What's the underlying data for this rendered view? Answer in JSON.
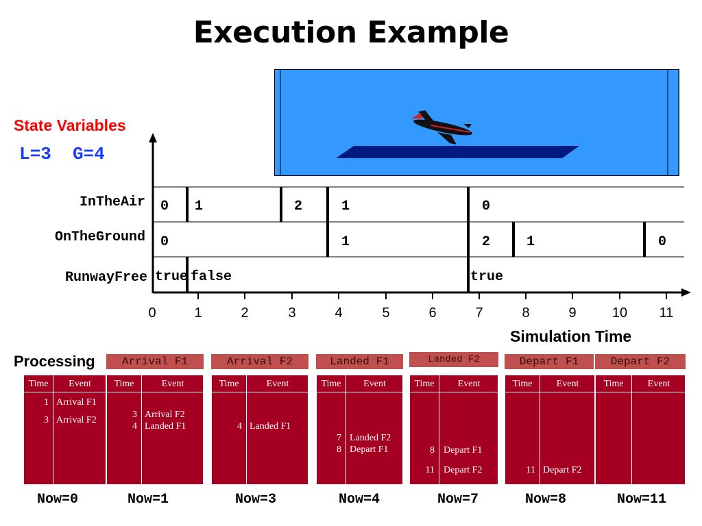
{
  "title": "Execution Example",
  "state_variables": {
    "label": "State Variables",
    "values": "L=3  G=4"
  },
  "rows": {
    "intheair": {
      "label": "InTheAir",
      "values": [
        "0",
        "1",
        "2",
        "1",
        "0"
      ]
    },
    "ontheground": {
      "label": "OnTheGround",
      "values": [
        "0",
        "1",
        "2",
        "1",
        "0"
      ]
    },
    "runwayfree": {
      "label": "RunwayFree",
      "values": [
        "true",
        "false",
        "true"
      ]
    }
  },
  "axis": {
    "ticks": [
      "0",
      "1",
      "2",
      "3",
      "4",
      "5",
      "6",
      "7",
      "8",
      "9",
      "10",
      "11"
    ],
    "label": "Simulation Time"
  },
  "processing": {
    "label": "Processing",
    "headers": [
      "Arrival F1",
      "Arrival F2",
      "Landed F1",
      "Landed F2",
      "Depart F1",
      "Depart F2"
    ],
    "col_time": "Time",
    "col_event": "Event",
    "tables": [
      {
        "rows": [
          {
            "time": "1",
            "event": "Arrival F1"
          },
          {
            "time": "3",
            "event": "Arrival F2"
          }
        ]
      },
      {
        "rows": [
          {
            "time": "3",
            "event": "Arrival F2"
          },
          {
            "time": "4",
            "event": "Landed F1"
          }
        ]
      },
      {
        "rows": [
          {
            "time": "4",
            "event": "Landed F1"
          }
        ]
      },
      {
        "rows": [
          {
            "time": "7",
            "event": "Landed F2"
          },
          {
            "time": "8",
            "event": "Depart F1"
          }
        ]
      },
      {
        "rows": [
          {
            "time": "8",
            "event": "Depart F1"
          },
          {
            "time": "11",
            "event": "Depart F2"
          }
        ]
      },
      {
        "rows": [
          {
            "time": "11",
            "event": "Depart F2"
          }
        ]
      }
    ],
    "now_labels": [
      "Now=0",
      "Now=1",
      "Now=3",
      "Now=4",
      "Now=7",
      "Now=8",
      "Now=11"
    ]
  },
  "colors": {
    "sky": "#3399ff",
    "runway": "#001a80",
    "table": "#a50021",
    "header": "#c0504d",
    "state_title": "#ff0000",
    "state_values": "#1a3cff"
  },
  "icons": {
    "plane": "airplane-icon"
  }
}
